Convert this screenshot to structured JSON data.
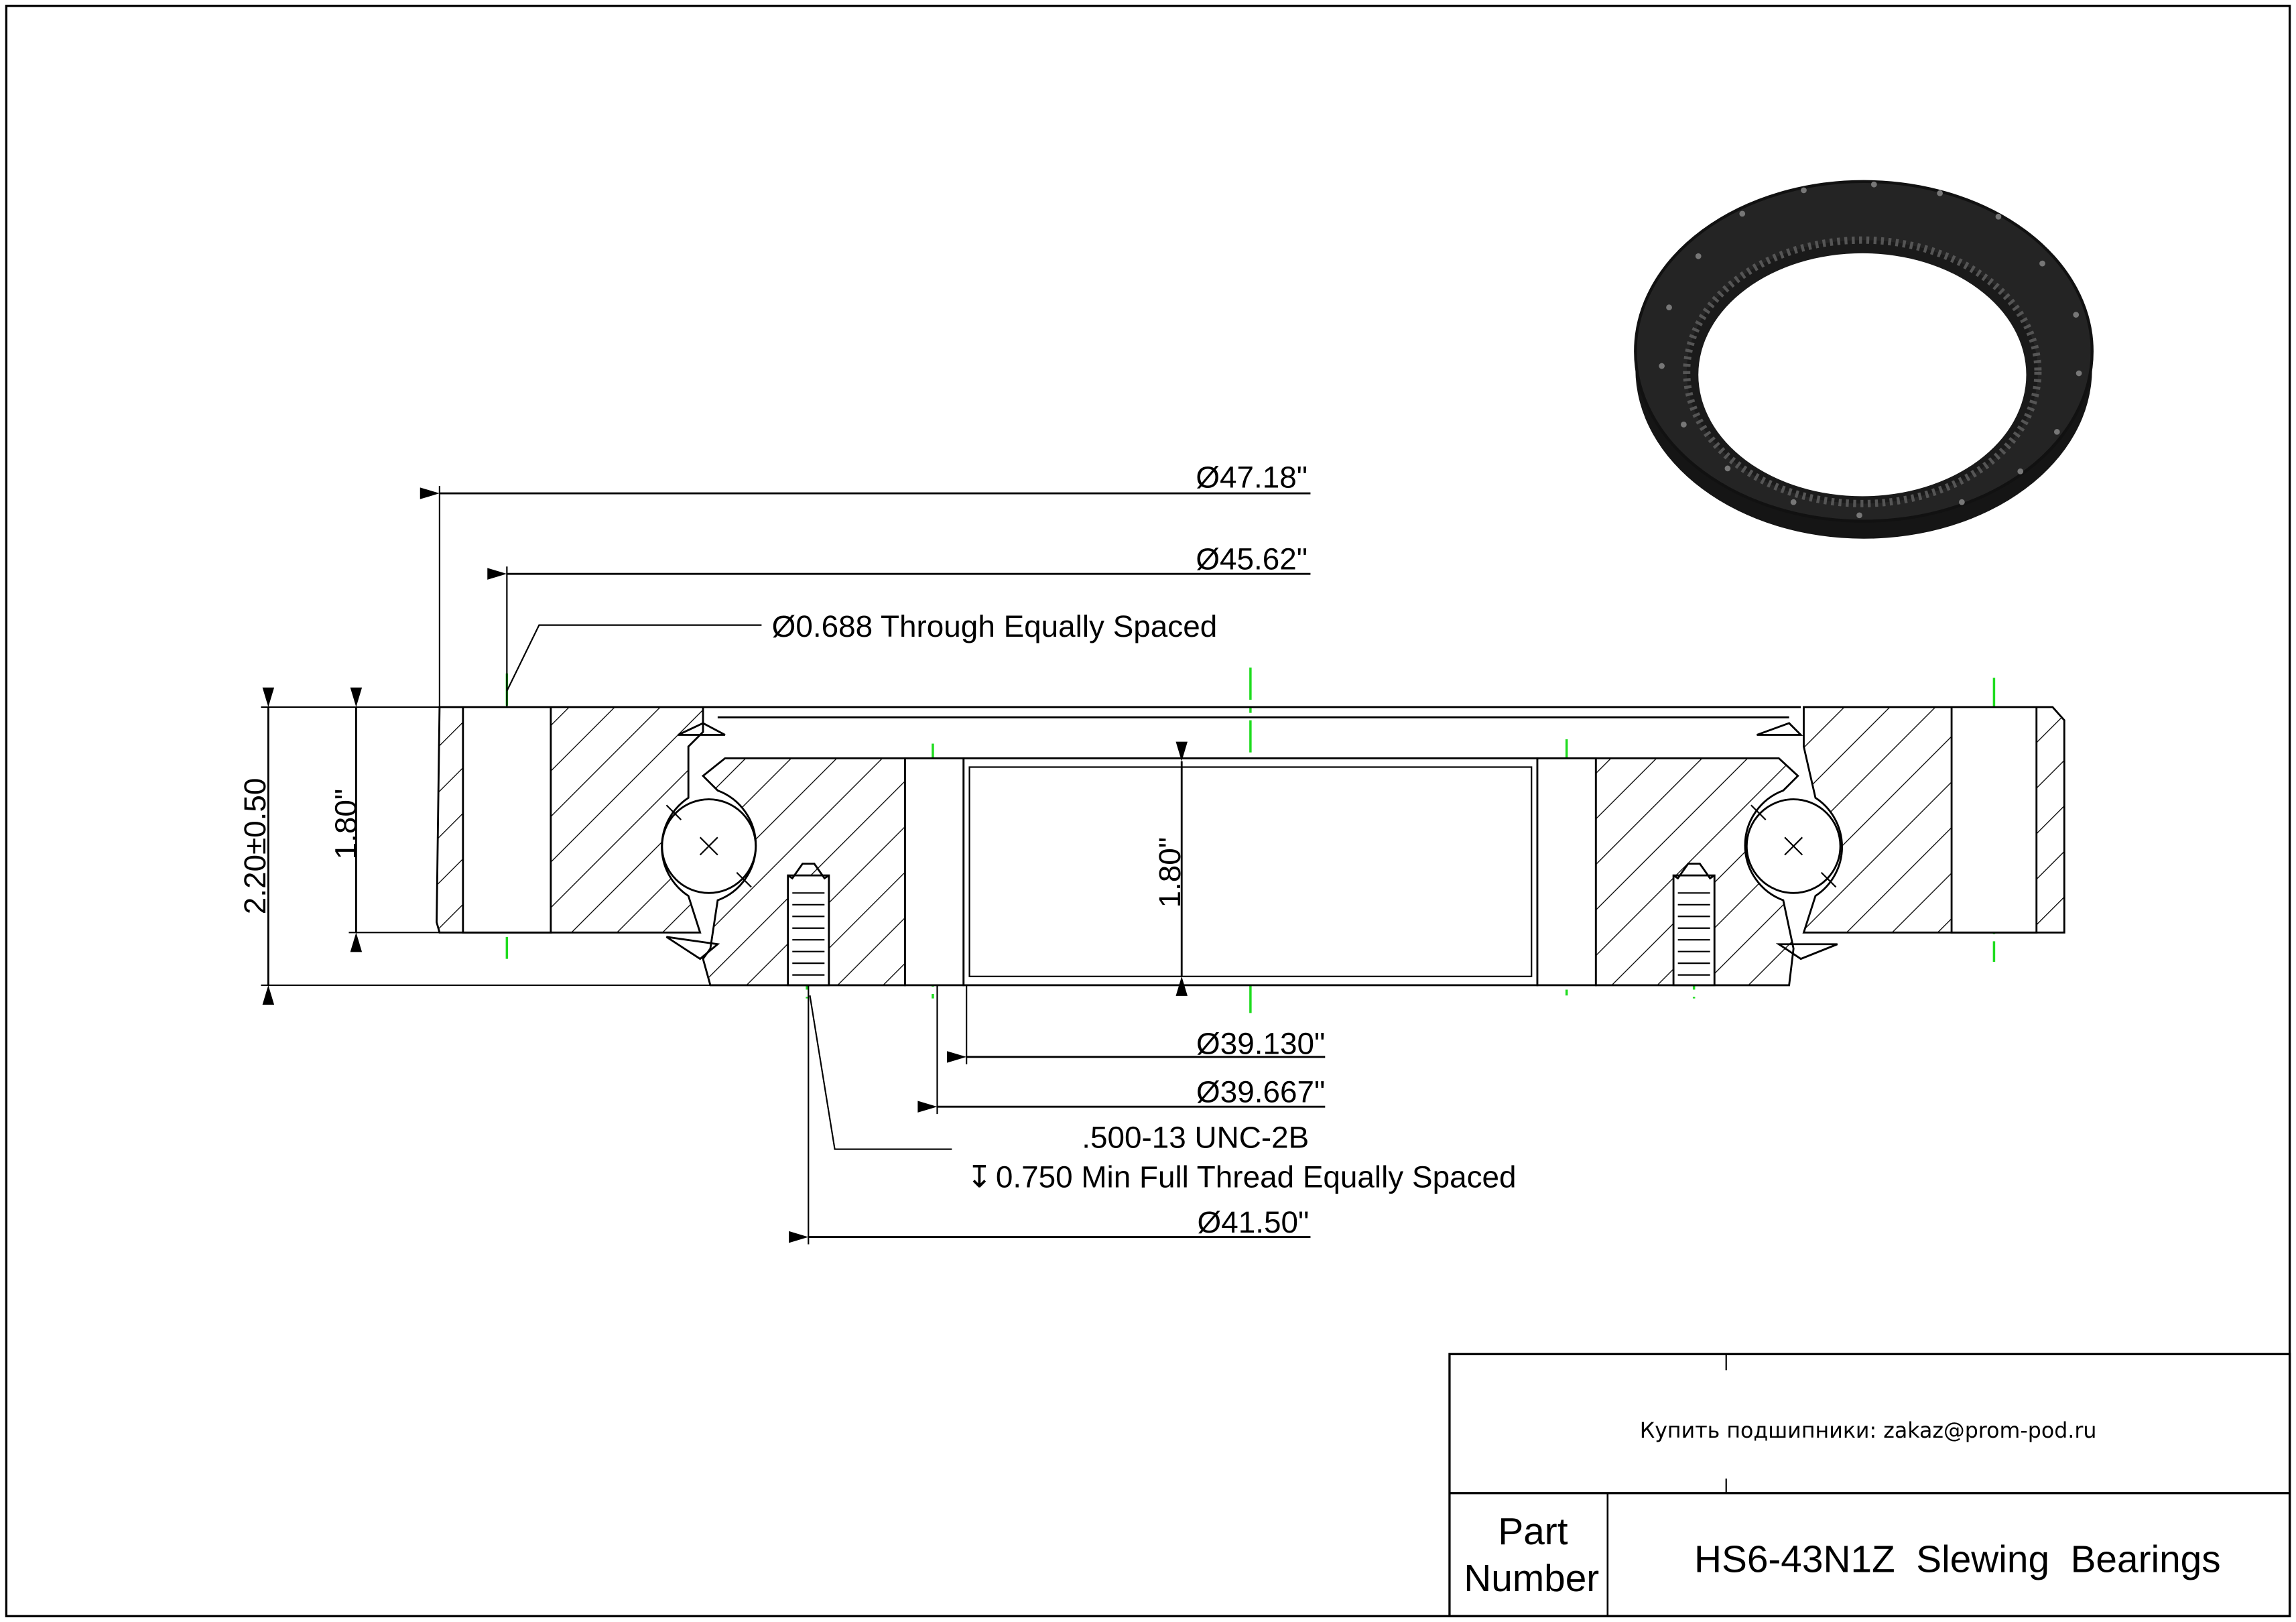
{
  "dimensions": {
    "outer_diameter": "Ø47.18\"",
    "bolt_circle_outer": "Ø45.62\"",
    "through_hole": "Ø0.688 Through Equally Spaced",
    "overall_height": "2.20±0.50",
    "outer_ring_height": "1.80\"",
    "inner_ring_height": "1.80\"",
    "bore_diameter": "Ø39.130\"",
    "gear_diameter": "Ø39.667\"",
    "thread_spec": ".500-13 UNC-2B",
    "thread_depth": "0.750 Min Full Thread Equally Spaced",
    "thread_depth_symbol": "↧",
    "bolt_circle_inner": "Ø41.50\""
  },
  "title_block": {
    "contact": "Купить подшипники: zakaz@prom-pod.ru",
    "part_label_line1": "Part",
    "part_label_line2": "Number",
    "part_number": "HS6-43N1Z  Slewing  Bearings"
  },
  "colors": {
    "centerline": "#1fdc1f",
    "render": "#1c1c1c"
  }
}
